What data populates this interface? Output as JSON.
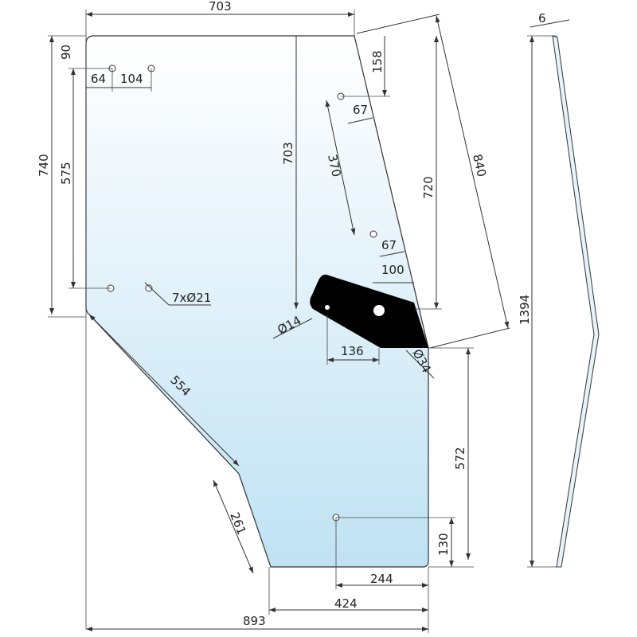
{
  "drawing": {
    "colors": {
      "glass_top": "#ffffff",
      "glass_bottom": "#c9e6f5",
      "hinge": "#000000",
      "line": "#333333"
    },
    "dims": {
      "top_width": "703",
      "hole_top_offset": "90",
      "hole_left_offset": "64",
      "hole_spacing": "104",
      "left_height": "740",
      "left_hole_height": "575",
      "holes_callout": "7xØ21",
      "slant_length": "554",
      "lower_slant": "261",
      "inner_height": "703",
      "top_right_drop": "158",
      "hole_offset_1": "67",
      "hole_spacing_slant": "370",
      "hole_offset_2": "67",
      "right_height": "720",
      "diagonal": "840",
      "hinge_width": "100",
      "small_hole": "Ø14",
      "hinge_base": "136",
      "large_hole": "Ø34",
      "lower_right_height": "572",
      "bottom_hole_height": "130",
      "bottom_hole_offset": "244",
      "bottom_width": "424",
      "total_width": "893",
      "thickness": "6",
      "total_height": "1394"
    }
  }
}
